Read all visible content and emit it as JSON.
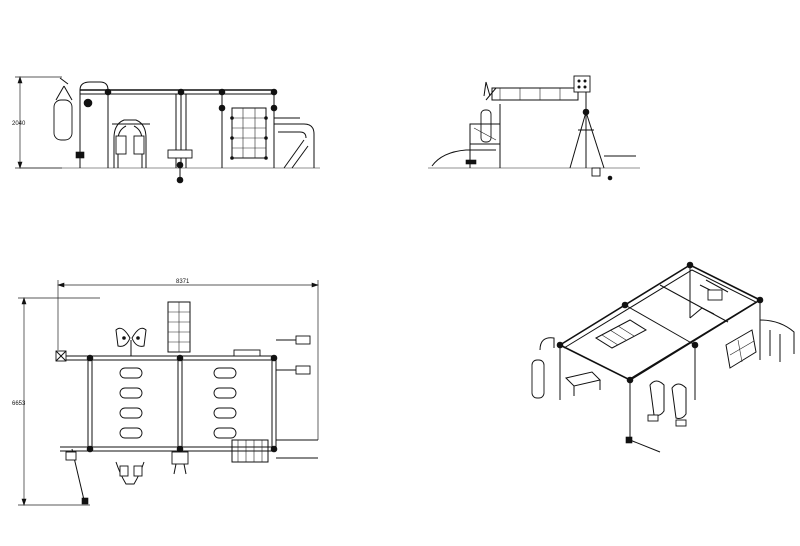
{
  "dimensions": {
    "side_height": "2040",
    "top_width": "8371",
    "top_depth": "6653"
  },
  "views": {
    "front": "front-elevation",
    "side": "side-elevation",
    "plan": "top-plan",
    "iso": "isometric"
  },
  "colors": {
    "line": "#111111",
    "background": "#ffffff"
  }
}
